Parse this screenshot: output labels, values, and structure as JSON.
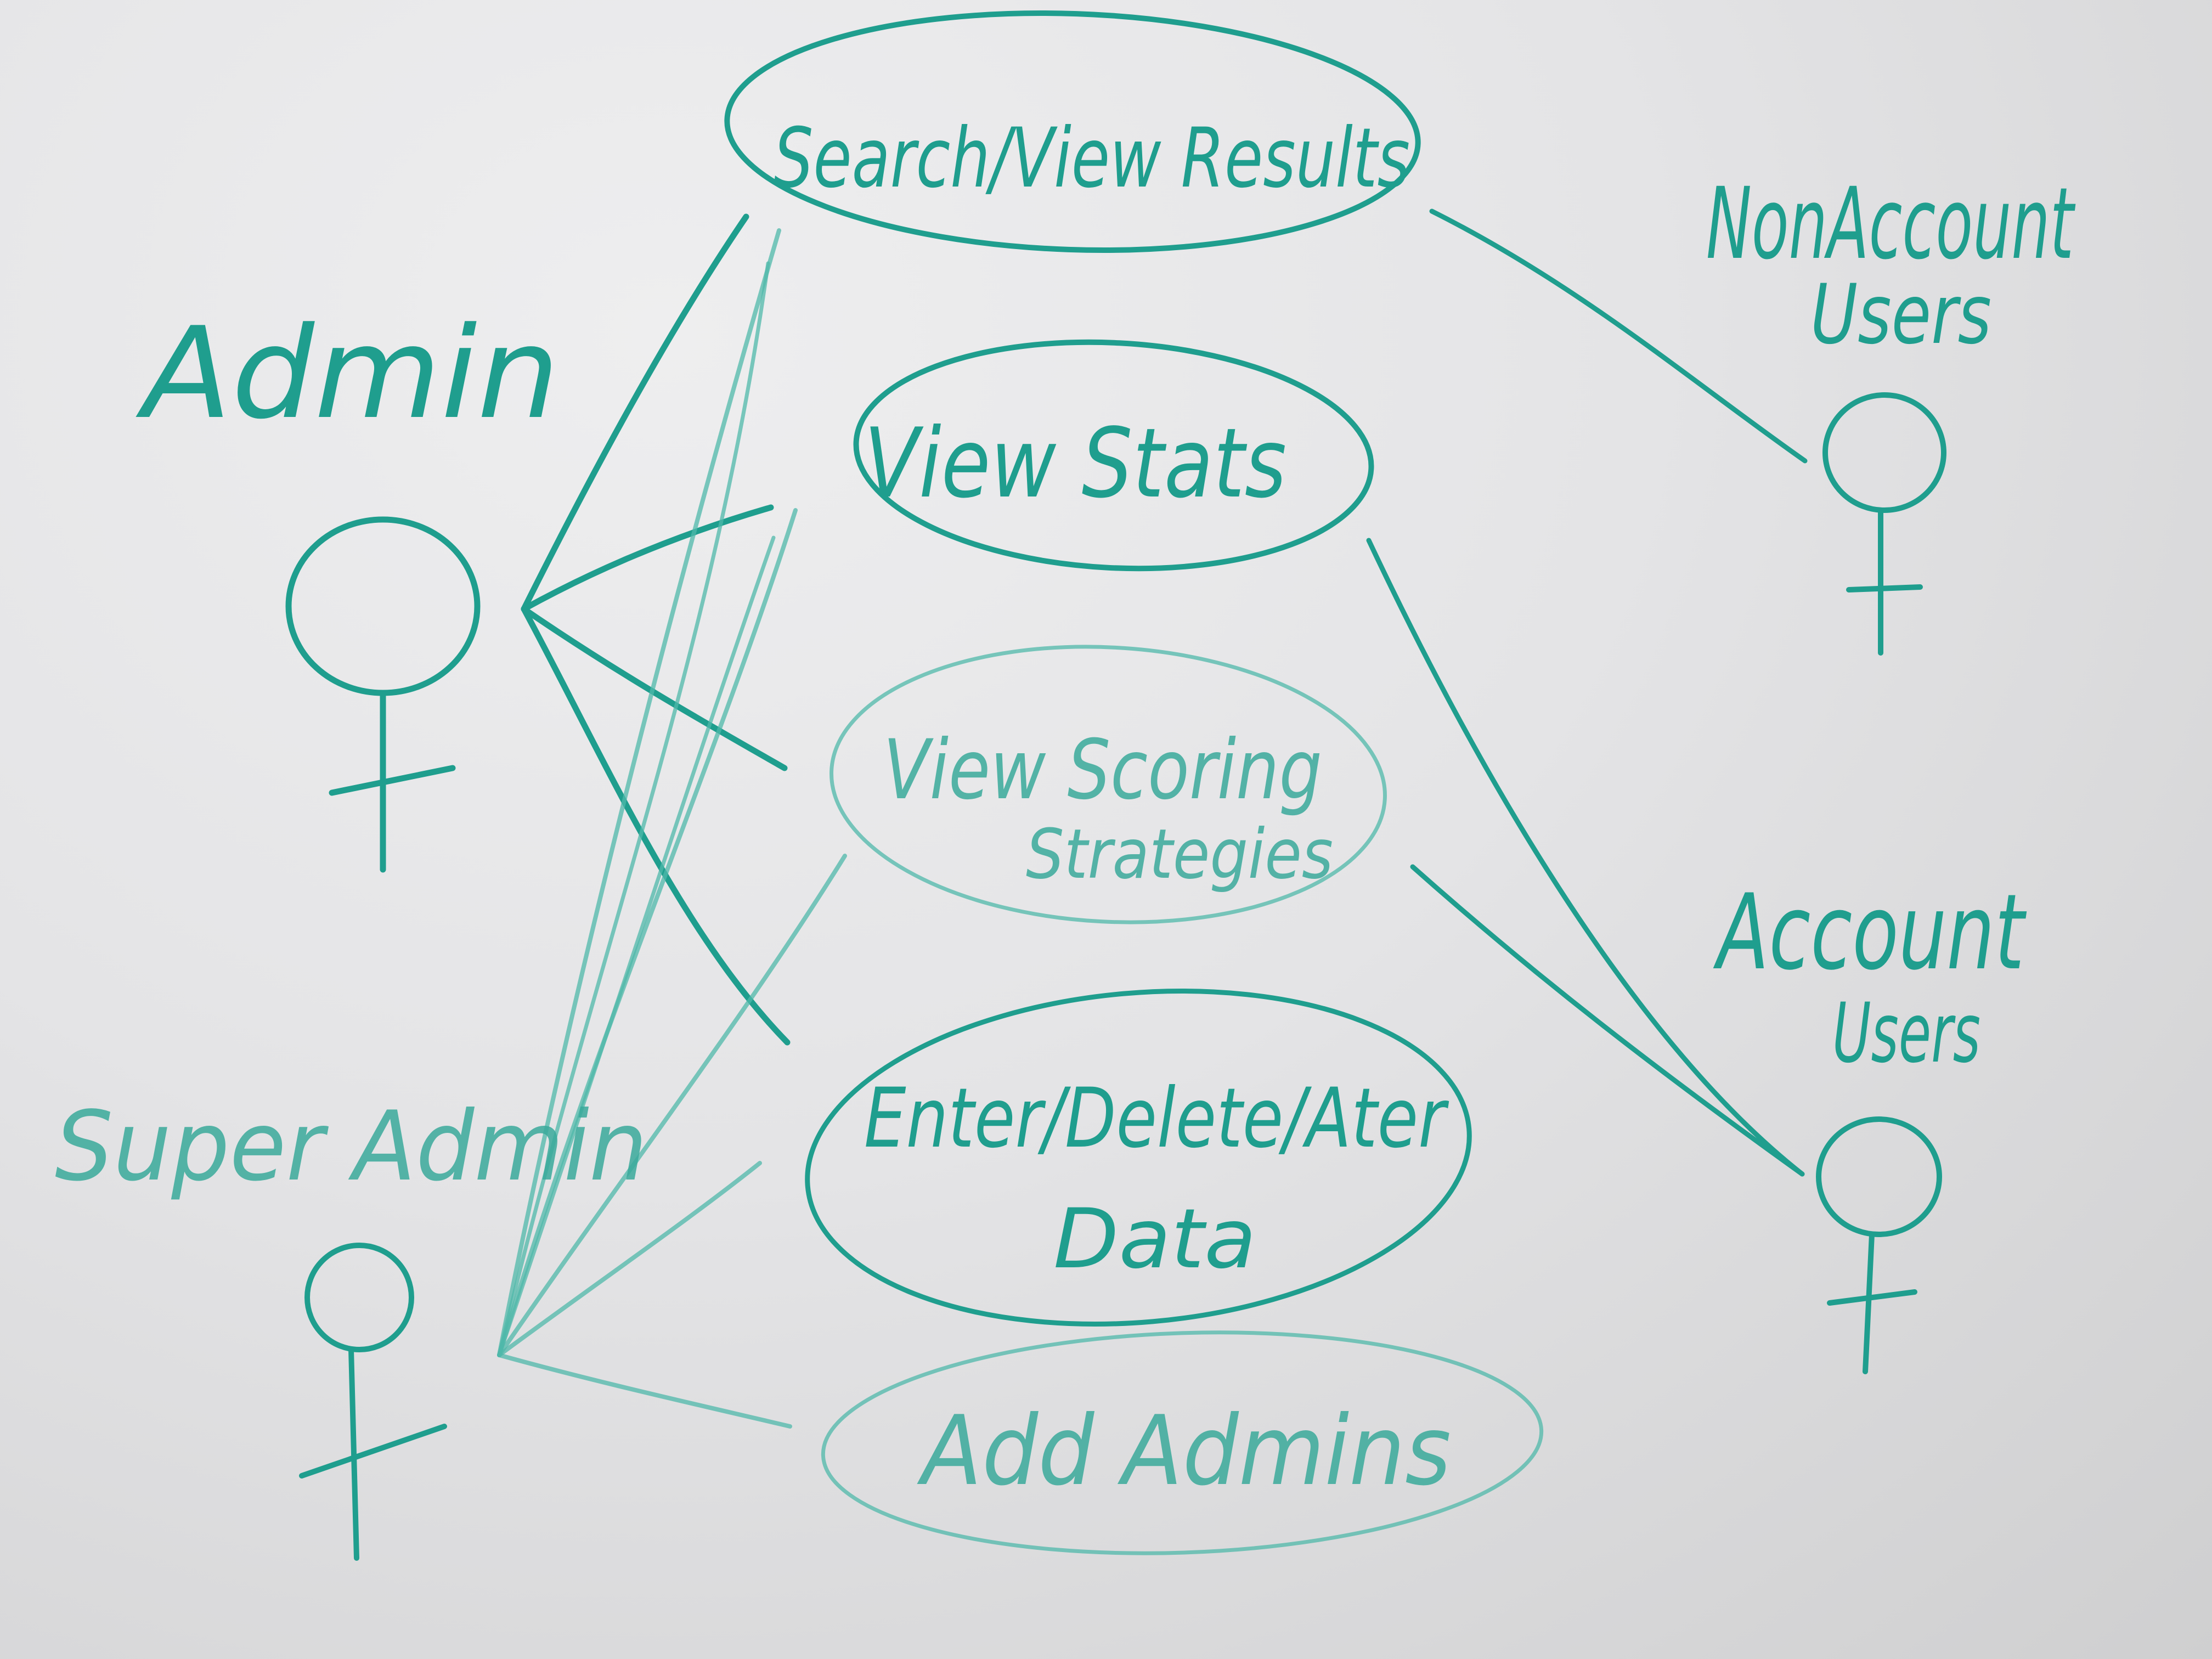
{
  "actors": {
    "admin": {
      "label": "Admin"
    },
    "super_admin": {
      "label": "Super Admin"
    },
    "non_account_users": {
      "line1": "NonAccount",
      "line2": "Users"
    },
    "account_users": {
      "line1": "Account",
      "line2": "Users"
    }
  },
  "use_cases": {
    "search_view_results": {
      "label": "Search/View Results"
    },
    "view_stats": {
      "label": "View Stats"
    },
    "view_scoring_strategies": {
      "line1": "View Scoring",
      "line2": "Strategies"
    },
    "enter_delete_alter_data": {
      "line1": "Enter/Delete/Ater",
      "line2": "Data"
    },
    "add_admins": {
      "label": "Add Admins"
    }
  },
  "style": {
    "marker_color": "#1f9e8e",
    "board_color": "#e4e4e6"
  }
}
